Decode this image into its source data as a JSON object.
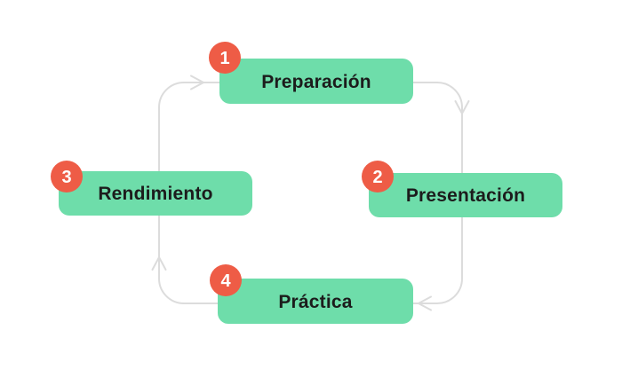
{
  "diagram": {
    "kind": "cycle",
    "steps": [
      {
        "number": "1",
        "label": "Preparación"
      },
      {
        "number": "2",
        "label": "Presentación"
      },
      {
        "number": "3",
        "label": "Rendimiento"
      },
      {
        "number": "4",
        "label": "Práctica"
      }
    ],
    "colors": {
      "box_fill": "#6eddaa",
      "badge_fill": "#ee5c46",
      "badge_text": "#ffffff",
      "label_text": "#1c1c1c",
      "line": "#dcdcdc",
      "background": "#ffffff"
    }
  }
}
